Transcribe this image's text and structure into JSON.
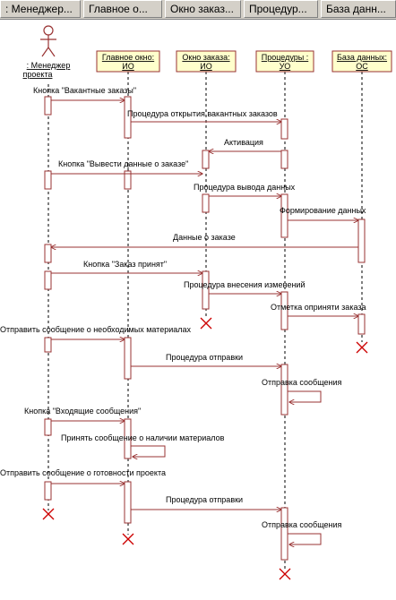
{
  "tabs": [
    {
      "label": ": Менеджер..."
    },
    {
      "label": "Главное о..."
    },
    {
      "label": "Окно заказ..."
    },
    {
      "label": "Процедур..."
    },
    {
      "label": "База данн..."
    }
  ],
  "participants": [
    {
      "name_line1": ": Менеджер",
      "name_line2": "проекта",
      "kind": "actor"
    },
    {
      "name_line1": "Главное окно:",
      "name_line2": "ИО",
      "kind": "object"
    },
    {
      "name_line1": "Окно заказа:",
      "name_line2": "ИО",
      "kind": "object"
    },
    {
      "name_line1": "Процедуры :",
      "name_line2": "УО",
      "kind": "object"
    },
    {
      "name_line1": "База данных:",
      "name_line2": "ОС",
      "kind": "object"
    }
  ],
  "messages": [
    {
      "label": "Кнопка \"Вакантные заказы\""
    },
    {
      "label": "Процедура открытия вакантных заказов"
    },
    {
      "label": "Активация"
    },
    {
      "label": "Кнопка \"Вывести данные о заказе\""
    },
    {
      "label": "Процедура вывода данных"
    },
    {
      "label": "Формирование данных"
    },
    {
      "label": "Данные о заказе"
    },
    {
      "label": "Кнопка \"Заказ принят\""
    },
    {
      "label": "Процедура внесения изменений"
    },
    {
      "label": "Отметка оприняти заказа"
    },
    {
      "label": "Отправить сообщение о необходимых материалах"
    },
    {
      "label": "Процедура отправки"
    },
    {
      "label": "Отправка сообщения"
    },
    {
      "label": "Кнопка \"Входящие сообщения\""
    },
    {
      "label": "Принять сообщение о наличии материалов"
    },
    {
      "label": "Отправить сообщение о готовности проекта"
    },
    {
      "label": "Процедура отправки"
    },
    {
      "label": "Отправка сообщения"
    }
  ],
  "colors": {
    "object_fill": "#ffffcc",
    "object_border": "#993333",
    "lifeline": "#000000",
    "message": "#993333",
    "activation_border": "#993333",
    "destroy": "#cc0000",
    "tabbar": "#d4d0c8"
  }
}
